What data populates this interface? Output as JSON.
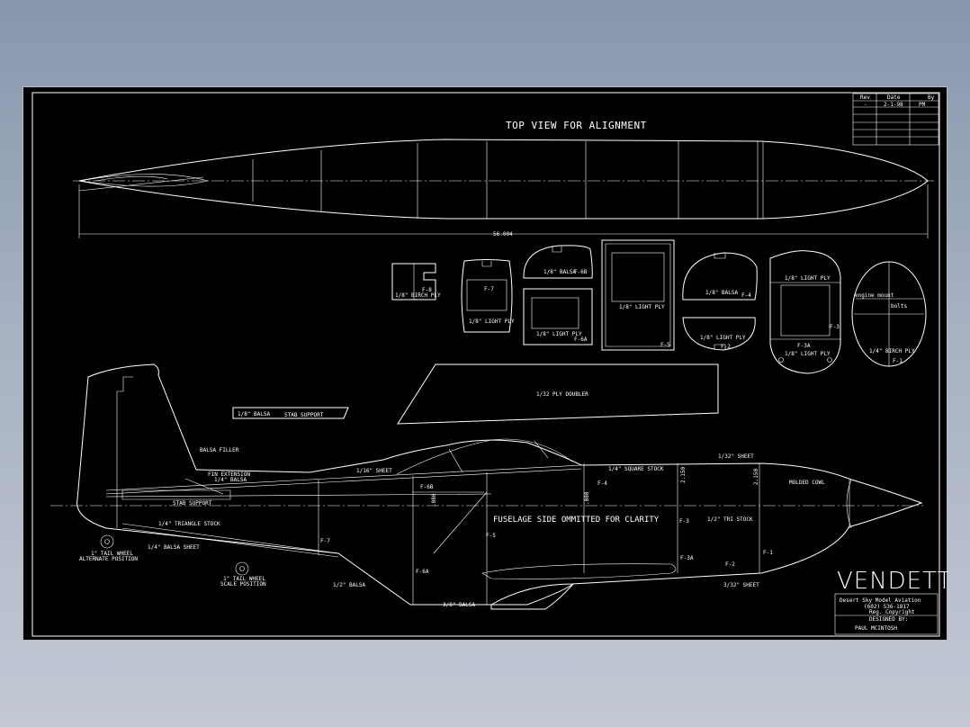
{
  "colors": {
    "background_top": "#8797ad",
    "background_bottom": "#c3c8d4",
    "sheet": "#000000",
    "lines": "#ffffff"
  },
  "revision_table": {
    "headers": [
      "Rev",
      "Date",
      "By"
    ],
    "row": [
      "-",
      "2-1-98",
      "PM"
    ]
  },
  "top_view": {
    "title": "TOP VIEW FOR ALIGNMENT",
    "dimension": "56.004"
  },
  "formers": {
    "f8": {
      "name": "F-8",
      "material": "1/8\" BIRCH PLY"
    },
    "f7": {
      "name": "F-7",
      "material": "1/8\" LIGHT PLY"
    },
    "f6b": {
      "material": "1/8\" BALSA",
      "name": "F-6B"
    },
    "f6a": {
      "material": "1/8\" LIGHT PLY",
      "name": "F-6A"
    },
    "f5": {
      "material": "1/8\" LIGHT PLY",
      "name": "F-5"
    },
    "f4": {
      "material": "1/8\" BALSA",
      "name": "F-4"
    },
    "f2": {
      "material": "1/8\" LIGHT PLY",
      "name": "F-2"
    },
    "f3": {
      "material": "1/8\" LIGHT PLY",
      "name": "F-3"
    },
    "f3a": {
      "name": "F-3A",
      "material": "1/8\" LIGHT PLY"
    },
    "f1": {
      "engine_mount": "engine mount",
      "bolts": "bolts",
      "material": "1/4\" BIRCH PLY",
      "name": "F-1"
    }
  },
  "parts": {
    "doubler": "1/32 PLY DOUBLER",
    "stab_support_piece": "1/8\" BALSA",
    "stab_support_piece_label": "STAB SUPPORT"
  },
  "side_view": {
    "balsa_filler": "BALSA FILLER",
    "fin_extension": "FIN EXTENSION",
    "fin_extension_material": "1/4\" BALSA",
    "stab_support": "STAB SUPPORT",
    "triangle_stock": "1/4\" TRIANGLE STOCK",
    "balsa_sheet": "1/4\" BALSA SHEET",
    "sheet_1_16": "1/16\" SHEET",
    "square_stock": "1/4\" SQUARE STOCK",
    "sheet_1_32_top": "1/32\" SHEET",
    "molded_cowl": "MOLDED COWL",
    "tri_stock": "1/2\" TRI STOCK",
    "sheet_3_32": "3/32\" SHEET",
    "balsa_half": "1/2\" BALSA",
    "balsa_bottom": "3/8\" BALSA",
    "omitted_note": "FUSELAGE SIDE OMMITTED FOR CLARITY",
    "tail_wheel_alt": [
      "1\" TAIL WHEEL",
      "ALTERNATE POSITION"
    ],
    "tail_wheel_scale": [
      "1\" TAIL WHEEL",
      "SCALE POSITION"
    ],
    "former_labels": {
      "f7": "F-7",
      "f6b": "F-6B",
      "f6a": "F-6A",
      "f5": "F-5",
      "f4": "F-4",
      "f3": "F-3",
      "f3a": "F-3A",
      "f2": "F-2",
      "f1": "F-1"
    },
    "dims": {
      "d1": ".080",
      "d2": ".080",
      "d3": "2.150",
      "d4": "2.150"
    }
  },
  "title_block": {
    "title": "VENDETTA",
    "company": "Desert Sky Model Aviation",
    "phone": "(602) 536-1817",
    "phone_note": "Reg. Copyright",
    "designed_by_label": "DESIGNED BY:",
    "designer": "PAUL MCINTOSH"
  }
}
